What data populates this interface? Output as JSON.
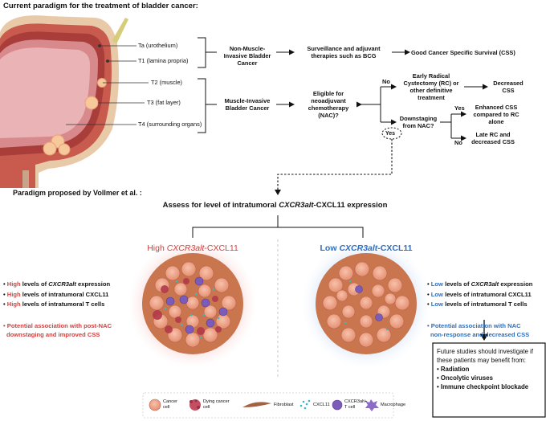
{
  "header": {
    "title": "Current paradigm for the treatment of bladder cancer:"
  },
  "stages": {
    "ta": "Ta (urothelium)",
    "t1": "T1 (lamina propria)",
    "t2": "T2 (muscle)",
    "t3": "T3 (fat layer)",
    "t4": "T4 (surrounding organs)"
  },
  "flow": {
    "nmibc": "Non-Muscle-Invasive Bladder Cancer",
    "surveillance": "Surveillance and adjuvant therapies such as BCG",
    "good_css": "Good Cancer Specific Survival (CSS)",
    "mibc": "Muscle-Invasive Bladder Cancer",
    "eligible": "Eligible for neoadjuvant chemotherapy (NAC)?",
    "no": "No",
    "yes": "Yes",
    "early_rc": "Early Radical Cystectomy (RC) or other definitive treatment",
    "decreased_css": "Decreased CSS",
    "downstaging": "Downstaging from NAC?",
    "enhanced_css": "Enhanced CSS compared to RC alone",
    "late_rc": "Late RC and decreased CSS"
  },
  "proposed": {
    "title": "Paradigm proposed by Vollmer et al. :",
    "assess_prefix": "Assess for level of  intratumoral ",
    "assess_gene": "CXCR3alt",
    "assess_suffix": "-CXCL11 expression"
  },
  "high": {
    "title_prefix": "High ",
    "title_gene": "CXCR3alt",
    "title_suffix": "-CXCL11",
    "b1_level": "High",
    "b1_mid": " levels of ",
    "b1_gene": "CXCR3alt",
    "b1_end": " expression",
    "b2_level": "High",
    "b2_text": " levels of intratumoral CXCL11",
    "b3_level": "High",
    "b3_text": " levels of intratumoral T cells",
    "assoc_line1": "• Potential association with post-NAC",
    "assoc_line2": "downstaging and improved CSS"
  },
  "low": {
    "title_prefix": "Low ",
    "title_gene": "CXCR3alt",
    "title_suffix": "-CXCL11",
    "b1_level": "Low",
    "b1_mid": " levels of ",
    "b1_gene": "CXCR3alt",
    "b1_end": " expression",
    "b2_level": "Low",
    "b2_text": " levels of intratumoral CXCL11",
    "b3_level": "Low",
    "b3_text": " levels of intratumoral T cells",
    "assoc_line1": "• Potential association with NAC",
    "assoc_line2": "non-response and decreased CSS"
  },
  "future": {
    "line1": "Future studies should investigate if",
    "line2": "these patients may benefit from:",
    "item1": "Radiation",
    "item2": "Oncolytic viruses",
    "item3": "Immune checkpoint blockade"
  },
  "legend": {
    "cancer_cell": "Cancer cell",
    "dying_cell": "Dying cancer cell",
    "fibroblast": "Fibroblast",
    "cxcl11": "CXCL11",
    "tcell": "CXCR3alt+ T cell",
    "macrophage": "Macrophage"
  },
  "colors": {
    "red": "#d0423f",
    "blue": "#2f6fbd"
  }
}
